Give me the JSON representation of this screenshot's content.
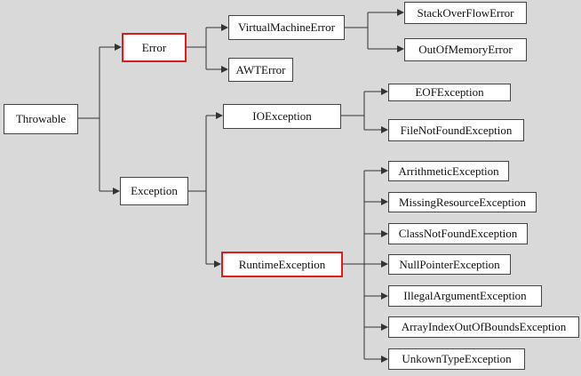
{
  "diagram": {
    "nodes": {
      "throwable": "Throwable",
      "error": "Error",
      "exception": "Exception",
      "virtual_machine_error": "VirtualMachineError",
      "awt_error": "AWTError",
      "stack_overflow_error": "StackOverFlowError",
      "out_of_memory_error": "OutOfMemoryError",
      "io_exception": "IOException",
      "eof_exception": "EOFException",
      "file_not_found_exception": "FileNotFoundException",
      "runtime_exception": "RuntimeException",
      "arithmetic_exception": "ArrithmeticException",
      "missing_resource_exception": "MissingResourceException",
      "class_not_found_exception": "ClassNotFoundException",
      "null_pointer_exception": "NullPointerException",
      "illegal_argument_exception": "IllegalArgumentException",
      "array_index_out_of_bounds_exception": "ArrayIndexOutOfBoundsException",
      "unknown_type_exception": "UnkownTypeException"
    },
    "highlighted": [
      "error",
      "runtime_exception"
    ],
    "highlight_color": "#e01b1b",
    "line_color": "#333333",
    "background_color": "#d9d9d9"
  }
}
